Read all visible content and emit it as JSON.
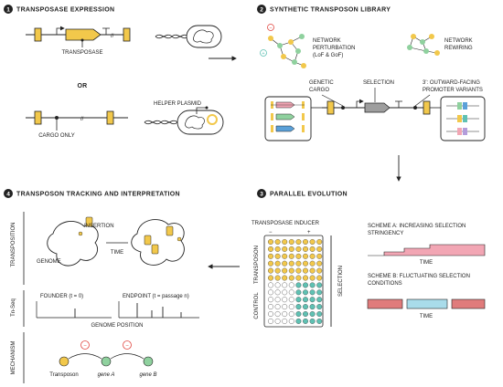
{
  "sections": {
    "s1": {
      "num": "1",
      "title": "TRANSPOSASE EXPRESSION"
    },
    "s2": {
      "num": "2",
      "title": "SYNTHETIC TRANSPOSON LIBRARY"
    },
    "s3": {
      "num": "3",
      "title": "PARALLEL EVOLUTION"
    },
    "s4": {
      "num": "4",
      "title": "TRANSPOSON TRACKING AND INTERPRETATION"
    }
  },
  "panel1": {
    "transposase_label": "TRANSPOSASE",
    "or_label": "OR",
    "cargo_only_label": "CARGO ONLY",
    "helper_plasmid_label": "HELPER PLASMID"
  },
  "panel2": {
    "network_perturbation": "NETWORK",
    "network_perturbation_2": "PERTURBATION",
    "network_perturbation_3": "(LoF & GoF)",
    "network_rewiring": "NETWORK",
    "network_rewiring_2": "REWIRING",
    "genetic_cargo": "GENETIC",
    "genetic_cargo_2": "CARGO",
    "selection": "SELECTION",
    "promoter_variants": "3': OUTWARD-FACING",
    "promoter_variants_2": "PROMOTER VARIANTS"
  },
  "panel3": {
    "inducer": "TRANSPOSASE INDUCER",
    "minus": "−",
    "plus": "+",
    "transposon": "TRANSPOSON",
    "control": "CONTROL",
    "selection": "SELECTION",
    "scheme_a": "SCHEME A: INCREASING SELECTION",
    "scheme_a_2": "STRINGENCY",
    "scheme_b": "SCHEME B: FLUCTUATING SELECTION",
    "scheme_b_2": "CONDITIONS",
    "time": "TIME",
    "time_b": "TIME"
  },
  "panel4": {
    "transposition": "TRANSPOSITION",
    "insertion": "INSERTION",
    "time": "TIME",
    "genome": "GENOME",
    "tnseq": "Tn-Seq",
    "founder": "FOUNDER (t = 0)",
    "endpoint": "ENDPOINT (t = passage n)",
    "genome_position": "GENOME POSITION",
    "mechanism": "MECHANISM",
    "transposon": "Transposon",
    "gene_a": "gene A",
    "gene_b": "gene B",
    "minus": "−"
  },
  "colors": {
    "transposon_yellow": "#f2c84b",
    "gene_green": "#8fd19e",
    "selection_pink": "#f2a6b4",
    "fluct_blue": "#a9dcea",
    "fluct_red": "#e07b7b",
    "inhibit_red": "#e0443e",
    "well_teal": "#5fc1b3"
  }
}
